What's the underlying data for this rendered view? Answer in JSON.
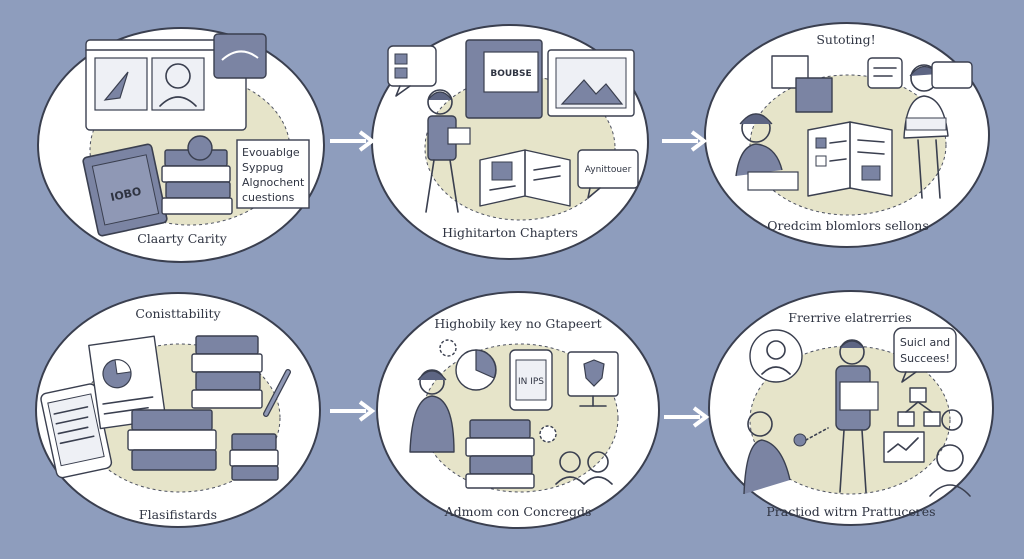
{
  "colors": {
    "background": "#8e9dbd",
    "panel": "#ffffff",
    "panel_border": "#3a3f4f",
    "accent_wash": "#e4e2c4",
    "slate": "#7b84a3",
    "slate_dark": "#5d6583",
    "ink": "#3a3f4f"
  },
  "panels": [
    {
      "caption": "Claarty Carity",
      "note_lines": [
        "Evouablge",
        "Syppug",
        "Algnochent",
        "cuestions"
      ],
      "icons": [
        "browser-window-icon",
        "profile-card-icon",
        "book-stack-icon",
        "hardcover-book-icon"
      ],
      "book_label": "IOBO"
    },
    {
      "caption": "Highitarton Chapters",
      "book_label": "BOUBSE",
      "bubble_text": "Aynittouer",
      "icons": [
        "chat-bubble-icon",
        "monitor-mountain-icon",
        "reading-student-icon",
        "open-book-icon"
      ]
    },
    {
      "caption": "Oredcim blomlors sellons",
      "title": "Sutoting!",
      "icons": [
        "study-desk-icon",
        "open-workbook-icon",
        "tutor-icon",
        "chat-bubble-icon"
      ]
    },
    {
      "caption": "Flasifistards",
      "title": "Conisttability",
      "icons": [
        "phone-icon",
        "chart-document-icon",
        "book-stack-icon",
        "pencil-icon"
      ]
    },
    {
      "caption": "Admom con Concregds",
      "title": "Highobily key no Gtapeert",
      "screen_text": "IN IPS",
      "icons": [
        "thinking-student-icon",
        "pie-chart-icon",
        "tablet-icon",
        "monitor-shield-icon",
        "book-stack-icon",
        "gear-icon"
      ]
    },
    {
      "caption": "Practiod witrn Prattuceres",
      "title": "Frerrive elatrerries",
      "bubble_lines": [
        "Suicl and",
        "Succees!"
      ],
      "icons": [
        "portrait-frame-icon",
        "presenter-icon",
        "audience-icon",
        "flowchart-icon"
      ]
    }
  ],
  "arrows": [
    "arrow-right-icon",
    "arrow-right-icon",
    "arrow-right-icon",
    "arrow-right-icon"
  ]
}
